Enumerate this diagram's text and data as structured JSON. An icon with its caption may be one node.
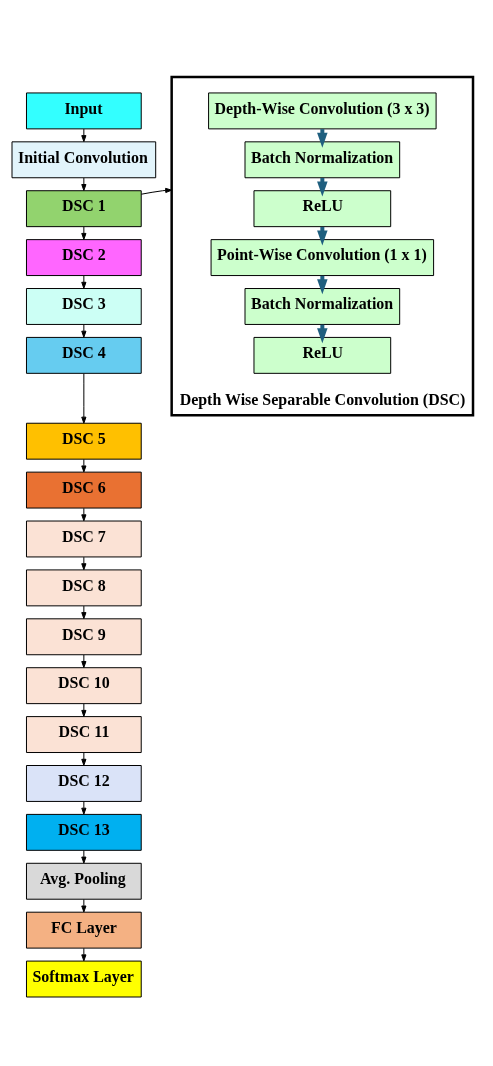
{
  "diagram": {
    "nodes": [
      {
        "text": [
          "Input"
        ]
      },
      {
        "text": [
          "Initial Convolution"
        ]
      },
      {
        "text": [
          "DSC 1"
        ]
      },
      {
        "text": [
          "DSC 2"
        ]
      },
      {
        "text": [
          "DSC 3"
        ]
      },
      {
        "text": [
          "DSC 4"
        ]
      },
      {
        "text": [
          "DSC 5"
        ]
      },
      {
        "text": [
          "DSC 6"
        ]
      },
      {
        "text": [
          "DSC 7"
        ]
      },
      {
        "text": [
          "DSC 8"
        ]
      },
      {
        "text": [
          "DSC 9"
        ]
      },
      {
        "text": [
          "DSC 10"
        ]
      },
      {
        "text": [
          "DSC 11"
        ]
      },
      {
        "text": [
          "DSC 12"
        ]
      },
      {
        "text": [
          "DSC 13"
        ]
      },
      {
        "text": [
          "Avg. Pooling"
        ]
      },
      {
        "text": [
          "FC Layer"
        ]
      },
      {
        "text": [
          "Softmax Layer"
        ]
      },
      {
        "text": [
          "Depth Wise Separable Convolution (DSC)"
        ]
      },
      {
        "text": [
          "Depth-Wise Convolution (3 x 3)"
        ],
        "in": 18
      },
      {
        "text": [
          "Batch Normalization"
        ],
        "in": 18
      },
      {
        "text": [
          "ReLU"
        ],
        "in": 18
      },
      {
        "text": [
          "Point-Wise Convolution (1 x 1)"
        ],
        "in": 18
      },
      {
        "text": [
          "Batch Normalization"
        ],
        "in": 18
      },
      {
        "text": [
          "ReLU"
        ],
        "in": 18
      }
    ],
    "edges": [
      {
        "from": 0,
        "to": 1,
        "arrow": "to"
      },
      {
        "from": 1,
        "to": 2,
        "arrow": "to"
      },
      {
        "from": 2,
        "to": 3,
        "arrow": "to"
      },
      {
        "from": 3,
        "to": 4,
        "arrow": "to"
      },
      {
        "from": 4,
        "to": 5,
        "arrow": "to"
      },
      {
        "from": 5,
        "to": 6,
        "arrow": "to"
      },
      {
        "from": 6,
        "to": 7,
        "arrow": "to"
      },
      {
        "from": 7,
        "to": 8,
        "arrow": "to"
      },
      {
        "from": 8,
        "to": 9,
        "arrow": "to"
      },
      {
        "from": 9,
        "to": 10,
        "arrow": "to"
      },
      {
        "from": 10,
        "to": 11,
        "arrow": "to"
      },
      {
        "from": 11,
        "to": 12,
        "arrow": "to"
      },
      {
        "from": 12,
        "to": 13,
        "arrow": "to"
      },
      {
        "from": 13,
        "to": 14,
        "arrow": "to"
      },
      {
        "from": 14,
        "to": 15,
        "arrow": "to"
      },
      {
        "from": 15,
        "to": 16,
        "arrow": "to"
      },
      {
        "from": 16,
        "to": 17,
        "arrow": "to"
      },
      {
        "from": 2,
        "to": 18,
        "arrow": "to"
      },
      {
        "from": 19,
        "to": 20,
        "arrow": "to",
        "style": "thick",
        "color": "#1f5f7f"
      },
      {
        "from": 20,
        "to": 21,
        "arrow": "to",
        "style": "thick",
        "color": "#1f5f7f"
      },
      {
        "from": 21,
        "to": 22,
        "arrow": "to",
        "style": "thick",
        "color": "#1f5f7f"
      },
      {
        "from": 22,
        "to": 23,
        "arrow": "to",
        "style": "thick",
        "color": "#1f5f7f"
      },
      {
        "from": 23,
        "to": 24,
        "arrow": "to",
        "style": "thick",
        "color": "#1f5f7f"
      }
    ]
  }
}
